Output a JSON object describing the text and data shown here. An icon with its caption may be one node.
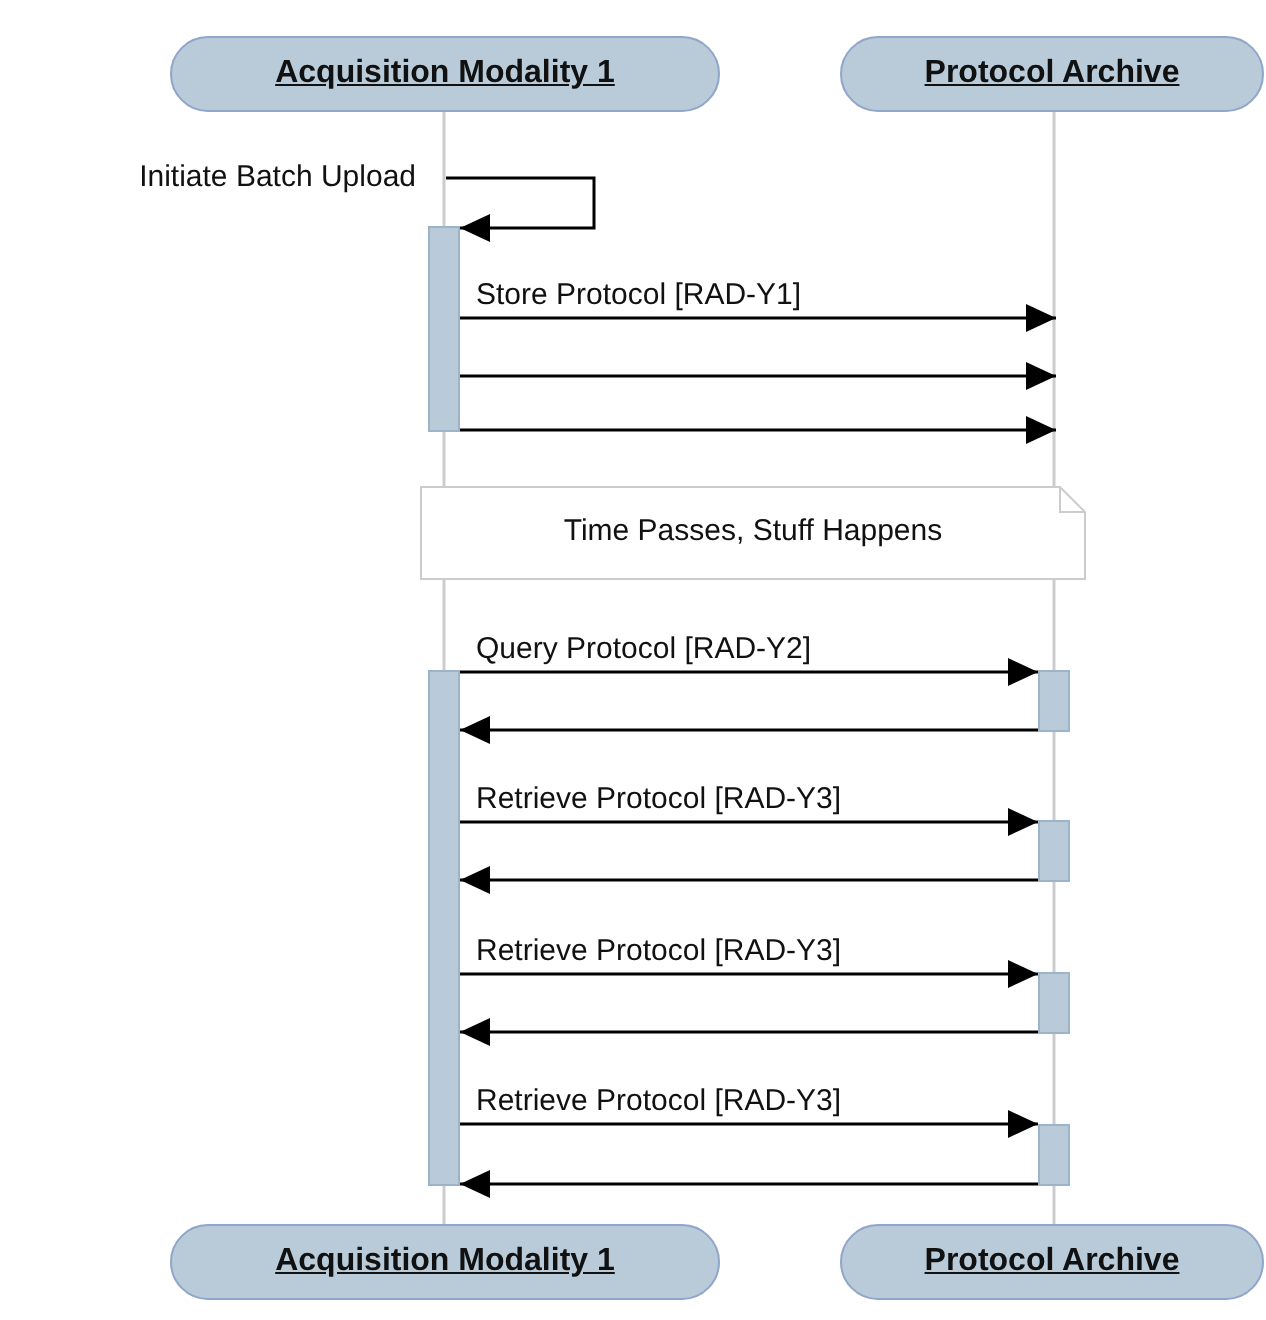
{
  "diagram": {
    "nodes": [
      {
        "text": [
          "Acquisition Modality 1"
        ]
      },
      {
        "text": [
          "Protocol Archive"
        ]
      },
      {
        "text": [],
        "shape": "bar"
      },
      {
        "text": [
          "Time Passes, Stuff Happens"
        ]
      },
      {
        "text": [],
        "shape": "bar"
      },
      {
        "text": [],
        "shape": "bar"
      },
      {
        "text": [],
        "shape": "bar"
      },
      {
        "text": [],
        "shape": "bar"
      },
      {
        "text": [],
        "shape": "bar"
      },
      {
        "text": [
          "Acquisition Modality 1"
        ]
      },
      {
        "text": [
          "Protocol Archive"
        ]
      }
    ],
    "edges": [
      {
        "from": 0,
        "to": 2,
        "arrow": "none",
        "color": "#cccccc"
      },
      {
        "from": 2,
        "to": 3,
        "arrow": "none",
        "color": "#cccccc"
      },
      {
        "from": 3,
        "to": 4,
        "arrow": "none",
        "color": "#cccccc"
      },
      {
        "from": 4,
        "to": 9,
        "arrow": "none",
        "color": "#cccccc"
      },
      {
        "from": 1,
        "to": 3,
        "arrow": "none",
        "color": "#cccccc"
      },
      {
        "from": 3,
        "to": 5,
        "arrow": "none",
        "color": "#cccccc"
      },
      {
        "from": 5,
        "to": 6,
        "arrow": "none",
        "color": "#cccccc"
      },
      {
        "from": 6,
        "to": 7,
        "arrow": "none",
        "color": "#cccccc"
      },
      {
        "from": 7,
        "to": 8,
        "arrow": "none",
        "color": "#cccccc"
      },
      {
        "from": 8,
        "to": 10,
        "arrow": "none",
        "color": "#cccccc"
      },
      {
        "from": null,
        "to": 2,
        "arrow": "to",
        "label": "Initiate Batch Upload"
      },
      {
        "from": 2,
        "to": null,
        "arrow": "to",
        "label": "Store Protocol [RAD-Y1]"
      },
      {
        "from": 2,
        "to": null,
        "arrow": "to"
      },
      {
        "from": 2,
        "to": null,
        "arrow": "to"
      },
      {
        "from": 4,
        "to": 5,
        "arrow": "to",
        "label": "Query Protocol [RAD-Y2]"
      },
      {
        "from": 5,
        "to": 4,
        "arrow": "to"
      },
      {
        "from": 4,
        "to": 6,
        "arrow": "to",
        "label": "Retrieve Protocol [RAD-Y3]"
      },
      {
        "from": 6,
        "to": 4,
        "arrow": "to"
      },
      {
        "from": 4,
        "to": 7,
        "arrow": "to",
        "label": "Retrieve Protocol [RAD-Y3]"
      },
      {
        "from": 7,
        "to": 4,
        "arrow": "to"
      },
      {
        "from": 4,
        "to": 8,
        "arrow": "to",
        "label": "Retrieve Protocol [RAD-Y3]"
      },
      {
        "from": 8,
        "to": 4,
        "arrow": "to"
      }
    ]
  }
}
